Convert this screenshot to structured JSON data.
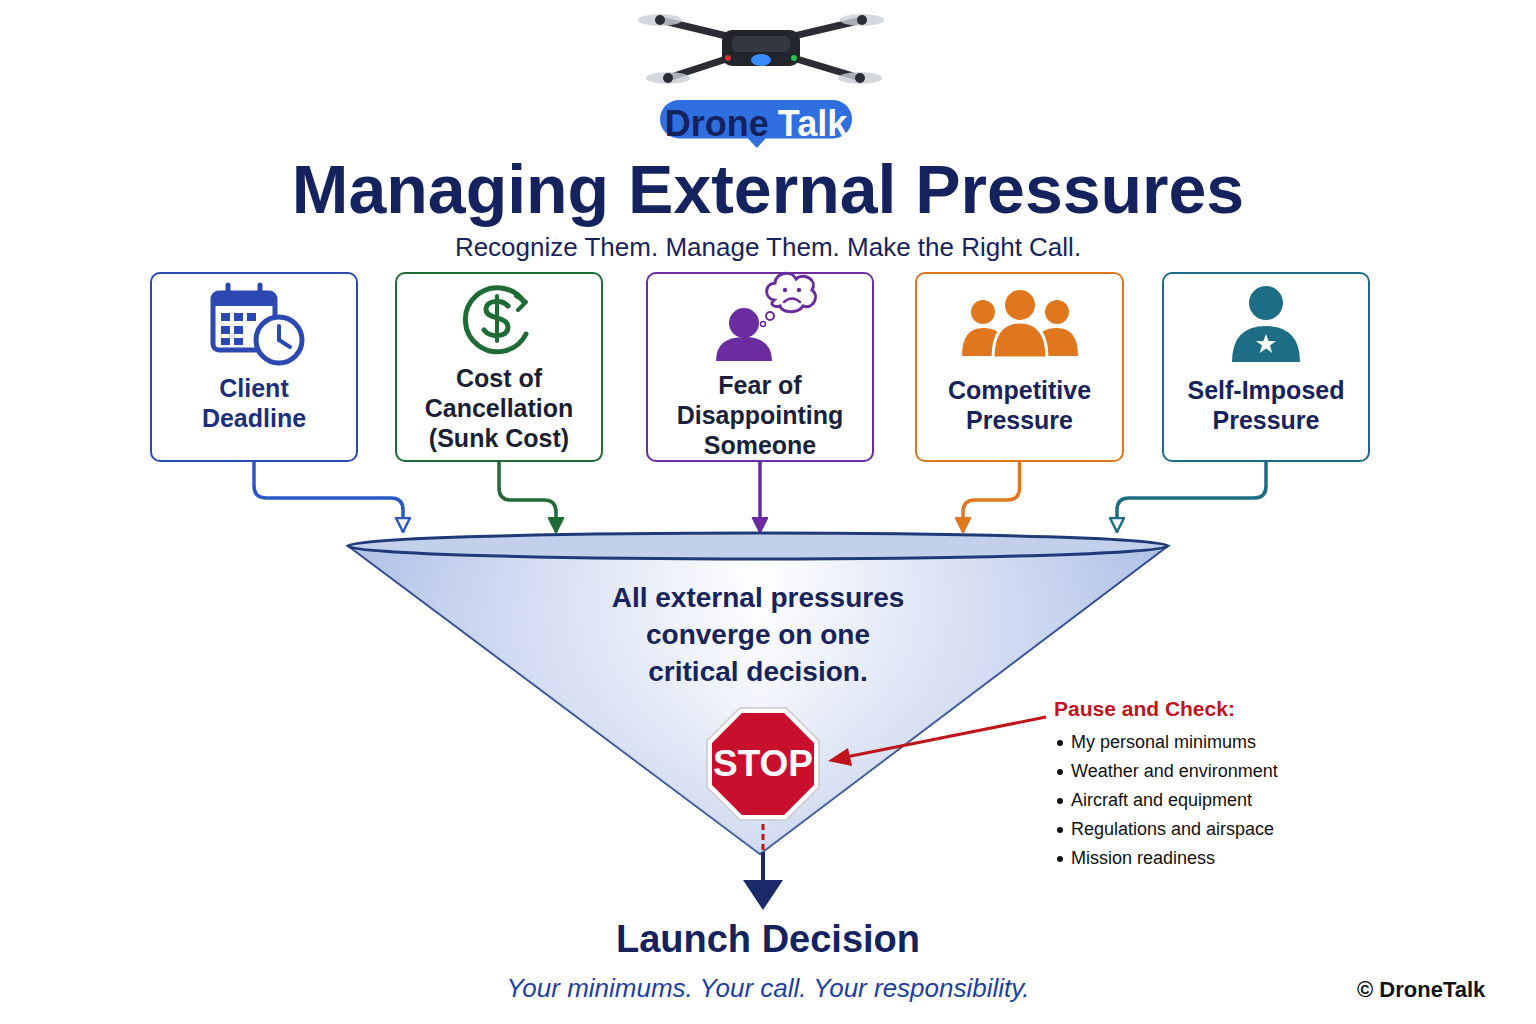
{
  "diagram": {
    "title": "Managing External Pressures",
    "caption": "Your minimums. Your call. Your responsibility.",
    "nodes": [
      {
        "text": [
          "Drone",
          "Talk"
        ]
      },
      {
        "text": [
          "Client Deadline"
        ]
      },
      {
        "text": [
          "Cost of Cancellation (Sunk Cost)"
        ]
      },
      {
        "text": [
          "Fear of Disappointing Someone"
        ]
      },
      {
        "text": [
          "Competitive Pressure"
        ]
      },
      {
        "text": [
          "Self-Imposed Pressure"
        ]
      },
      {
        "text": [
          "All external pressures converge on one critical decision."
        ]
      },
      {
        "text": [
          "STOP"
        ],
        "in": 6
      }
    ],
    "edges": [
      {
        "from": 1,
        "to": 6,
        "arrow": "to"
      },
      {
        "from": 2,
        "to": 6,
        "arrow": "to"
      },
      {
        "from": 3,
        "to": 6,
        "arrow": "to"
      },
      {
        "from": 4,
        "to": 6,
        "arrow": "to"
      },
      {
        "from": 5,
        "to": 6,
        "arrow": "to"
      }
    ],
    "labels": [
      "Recognize Them. Manage Them. Make the Right Call.",
      "Pause and Check:",
      "My personal minimums",
      "Weather and environment",
      "Aircraft and equipment",
      "Regulations and airspace",
      "Mission readiness",
      "Launch Decision",
      "© DroneTalk"
    ]
  }
}
